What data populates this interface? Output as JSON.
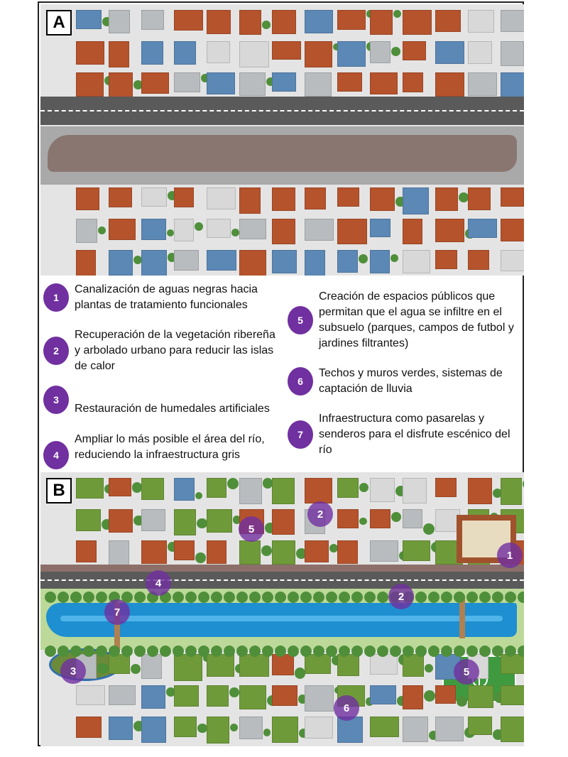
{
  "panels": {
    "a_label": "A",
    "b_label": "B"
  },
  "legend": [
    {
      "num": "1",
      "text": "Canalización de aguas negras hacia plantas de tratamiento funcionales"
    },
    {
      "num": "2",
      "text": "Recuperación de la vegetación ribereña y arbolado urbano para reducir las islas de calor"
    },
    {
      "num": "3",
      "text": "Restauración de humedales artificiales"
    },
    {
      "num": "4",
      "text": "Ampliar lo más posible el área del río, reduciendo la infraestructura gris"
    },
    {
      "num": "5",
      "text": "Creación de espacios públicos que permitan que el agua se infiltre en el subsuelo (parques, campos de futbol y jardines filtrantes)"
    },
    {
      "num": "6",
      "text": "Techos y muros verdes, sistemas de captación de lluvia"
    },
    {
      "num": "7",
      "text": "Infraestructura como pasarelas y senderos para el disfrute escénico del río"
    }
  ],
  "map_markers": [
    "4",
    "5",
    "2",
    "1",
    "2",
    "7",
    "3",
    "5",
    "6"
  ],
  "colors": {
    "marker": "#7030a0",
    "river_polluted": "#8a7670",
    "river_clean": "#1e8fd0",
    "roof_red": "#b5532c",
    "roof_blue": "#5b88b5",
    "roof_gray": "#b9bcbf",
    "green_roof": "#6f9a3a"
  }
}
